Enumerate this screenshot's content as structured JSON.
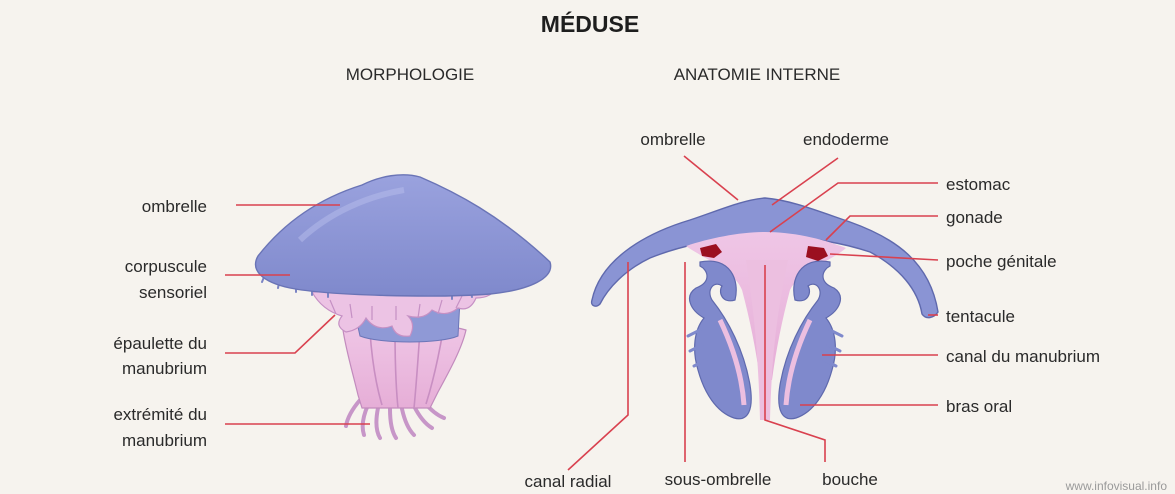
{
  "title": "MÉDUSE",
  "sections": {
    "morphology": "MORPHOLOGIE",
    "anatomy": "ANATOMIE INTERNE"
  },
  "morphology_labels": {
    "ombrelle": "ombrelle",
    "corpuscule_1": "corpuscule",
    "corpuscule_2": "sensoriel",
    "epaulette_1": "épaulette du",
    "epaulette_2": "manubrium",
    "extremite_1": "extrémité du",
    "extremite_2": "manubrium"
  },
  "anatomy_labels": {
    "ombrelle": "ombrelle",
    "endoderme": "endoderme",
    "estomac": "estomac",
    "gonade": "gonade",
    "poche_genitale": "poche génitale",
    "tentacule": "tentacule",
    "canal_manubrium": "canal du manubrium",
    "bras_oral": "bras oral",
    "canal_radial": "canal radial",
    "sous_ombrelle": "sous-ombrelle",
    "bouche": "bouche"
  },
  "watermark": "www.infovisual.info",
  "colors": {
    "background": "#f6f3ee",
    "umbrella": "#8a94d4",
    "pink": "#ecbfe0",
    "leader": "#d9414f",
    "gonad": "#9b1020"
  }
}
